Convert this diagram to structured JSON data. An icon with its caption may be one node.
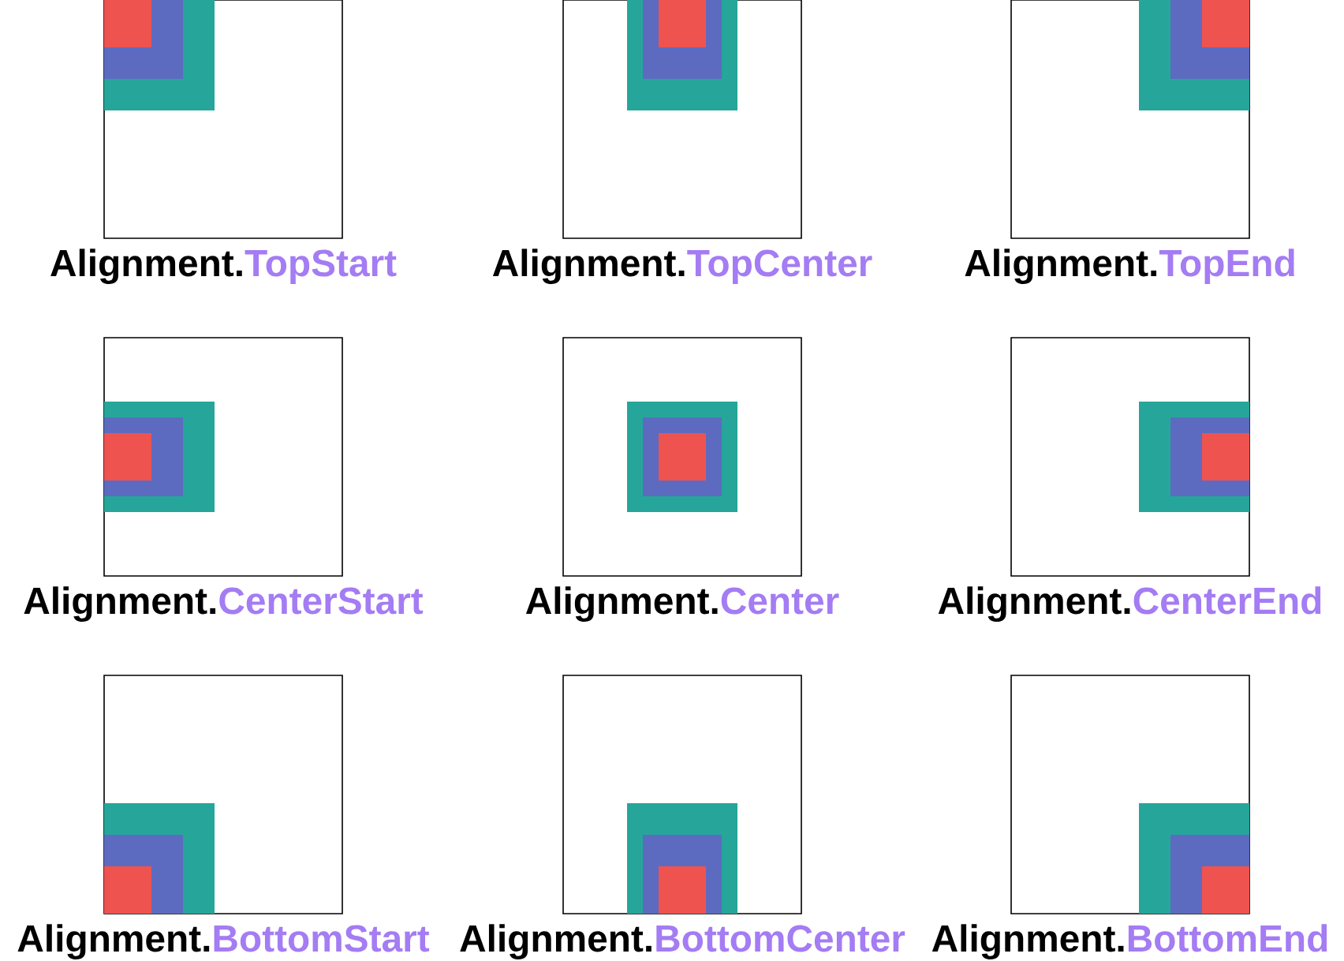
{
  "diagram": {
    "nodes": [
      {
        "text": [
          "Alignment.",
          "TopStart"
        ]
      },
      {
        "text": [
          "Alignment.",
          "TopCenter"
        ]
      },
      {
        "text": [
          "Alignment.",
          "TopEnd"
        ]
      },
      {
        "text": [
          "Alignment.",
          "CenterStart"
        ]
      },
      {
        "text": [
          "Alignment.",
          "Center"
        ]
      },
      {
        "text": [
          "Alignment.",
          "CenterEnd"
        ]
      },
      {
        "text": [
          "Alignment.",
          "BottomStart"
        ]
      },
      {
        "text": [
          "Alignment.",
          "BottomCenter"
        ]
      },
      {
        "text": [
          "Alignment.",
          "BottomEnd"
        ]
      }
    ]
  }
}
